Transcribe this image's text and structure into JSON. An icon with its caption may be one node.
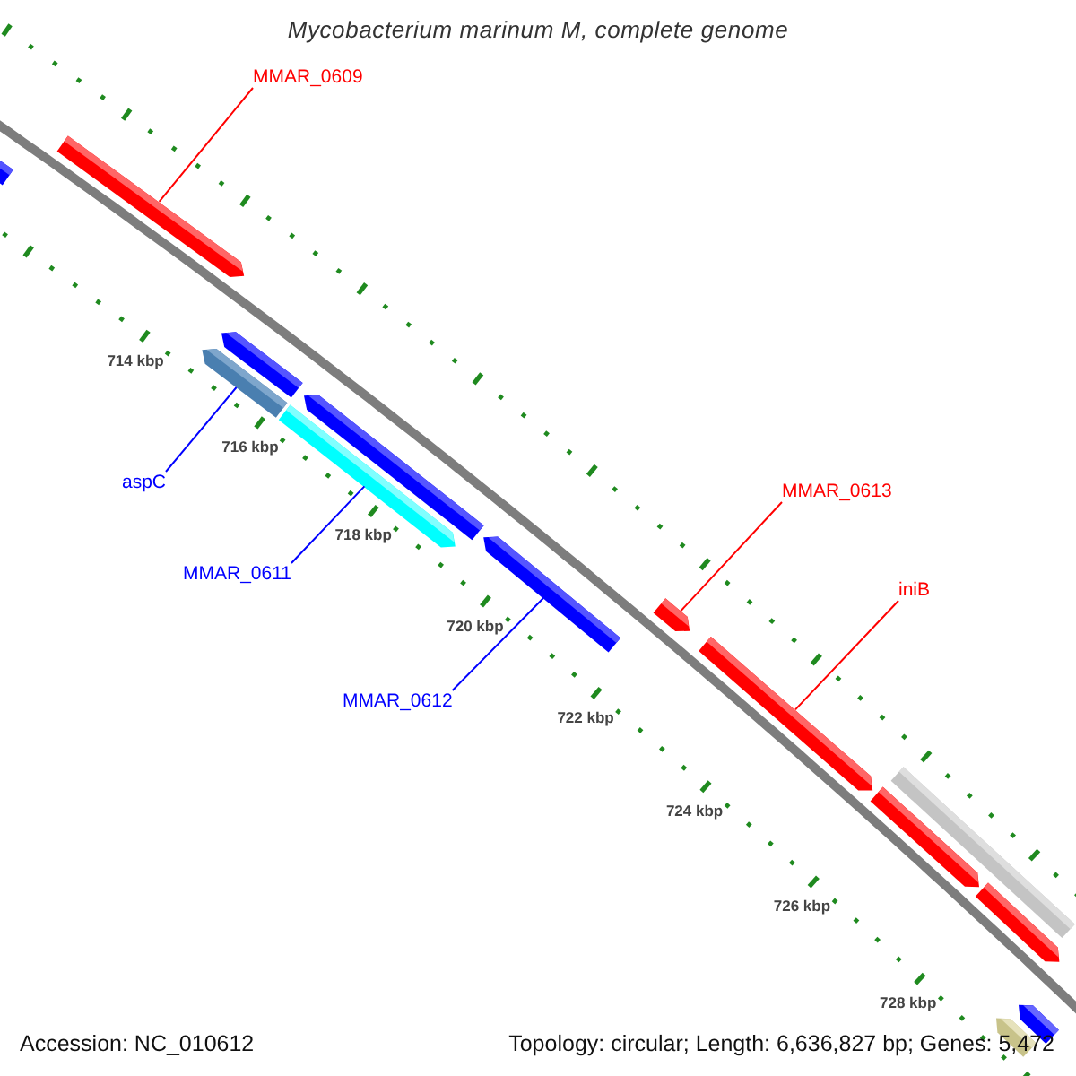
{
  "diagram": {
    "title": "Mycobacterium marinum M, complete genome",
    "nodes": [
      {
        "text": [
          "MMAR_0609"
        ]
      },
      {
        "text": [],
        "shape": "bar"
      },
      {
        "text": [
          "aspC"
        ]
      },
      {
        "text": [],
        "shape": "bar"
      },
      {
        "text": [
          "MMAR_0611"
        ]
      },
      {
        "text": [],
        "shape": "bar"
      },
      {
        "text": [
          "MMAR_0612"
        ]
      },
      {
        "text": [],
        "shape": "bar"
      },
      {
        "text": [
          "MMAR_0613"
        ]
      },
      {
        "text": [],
        "shape": "bar"
      },
      {
        "text": [
          "iniB"
        ]
      },
      {
        "text": [],
        "shape": "bar"
      },
      {
        "text": [],
        "shape": "bar"
      },
      {
        "text": [],
        "shape": "bar"
      },
      {
        "text": [],
        "shape": "bar"
      },
      {
        "text": [],
        "shape": "bar"
      },
      {
        "text": [],
        "shape": "bar"
      },
      {
        "text": [],
        "shape": "bar"
      },
      {
        "text": [],
        "shape": "bar"
      },
      {
        "text": [],
        "shape": "bar"
      }
    ],
    "edges": [
      {
        "from": 0,
        "to": 1,
        "arrow": "none"
      },
      {
        "from": 2,
        "to": 3,
        "arrow": "none",
        "color": "#0000ff"
      },
      {
        "from": 4,
        "to": 5,
        "arrow": "none",
        "color": "#0000ff"
      },
      {
        "from": 6,
        "to": 7,
        "arrow": "none",
        "color": "#0000ff"
      },
      {
        "from": 8,
        "to": 9,
        "arrow": "none"
      },
      {
        "from": 10,
        "to": 11,
        "arrow": "none"
      }
    ],
    "labels": [
      "714 kbp",
      "716 kbp",
      "718 kbp",
      "720 kbp",
      "722 kbp",
      "724 kbp",
      "726 kbp",
      "728 kbp",
      "Accession: NC_010612",
      "Topology: circular; Length: 6,636,827 bp; Genes: 5,472"
    ]
  }
}
